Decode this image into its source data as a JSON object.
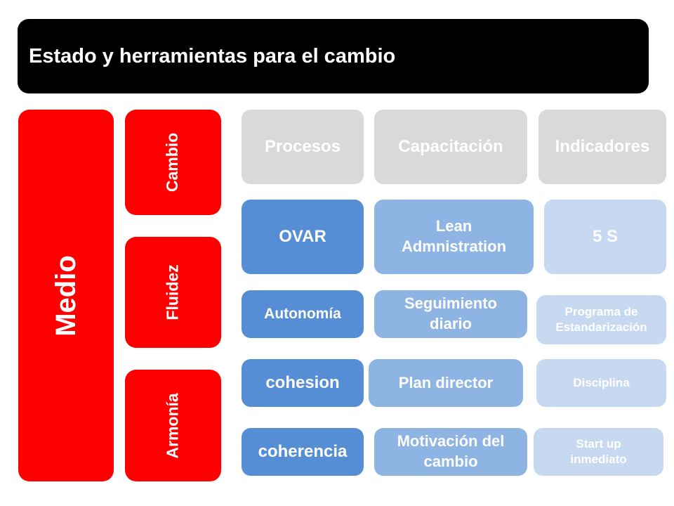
{
  "title": "Estado y herramientas para el cambio",
  "level": "Medio",
  "dimensions": [
    "Cambio",
    "Fluidez",
    "Armonía"
  ],
  "column_headers": [
    "Procesos",
    "Capacitación",
    "Indicadores"
  ],
  "rows": [
    [
      "OVAR",
      "Lean Admnistration",
      "5 S"
    ],
    [
      "Autonomía",
      "Seguimiento diario",
      "Programa de Estandarización"
    ],
    [
      "cohesion",
      "Plan director",
      "Disciplina"
    ],
    [
      "coherencia",
      "Motivación del cambio",
      "Start up inmediato"
    ]
  ],
  "colors": {
    "title_bg": "#000000",
    "level_red": "#ff0000",
    "header_grey": "#d9d9d9",
    "blue_dark": "#558ed5",
    "blue_mid": "#8eb4e3",
    "blue_light": "#c6d9f1"
  }
}
